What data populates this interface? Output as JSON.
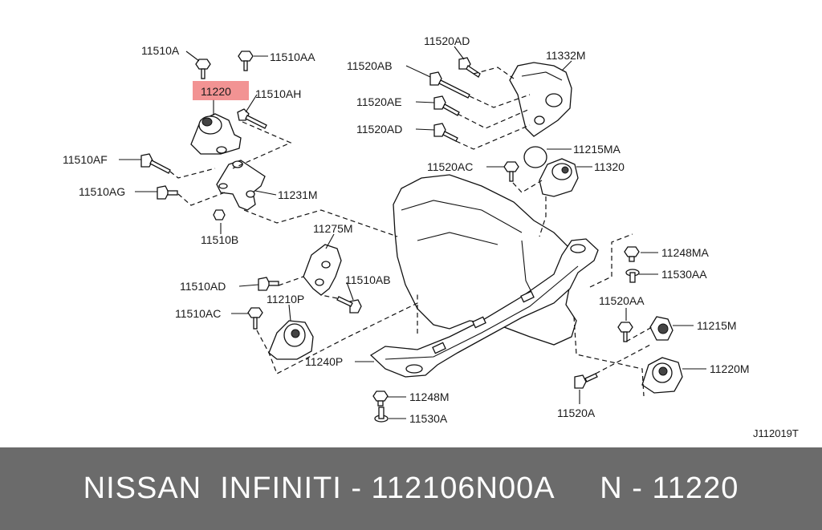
{
  "diagram": {
    "ref_code": "J112019T",
    "highlight_color": "#f08080",
    "labels": {
      "p11510A": "11510A",
      "p11510AA": "11510AA",
      "p11220": "11220",
      "p11510AH": "11510AH",
      "p11510AF": "11510AF",
      "p11510AG": "11510AG",
      "p11231M": "11231M",
      "p11510B": "11510B",
      "p11520AD_top": "11520AD",
      "p11520AB": "11520AB",
      "p11332M": "11332M",
      "p11520AE": "11520AE",
      "p11520AD": "11520AD",
      "p11215MA": "11215MA",
      "p11520AC": "11520AC",
      "p11320": "11320",
      "p11275M": "11275M",
      "p11510AD": "11510AD",
      "p11510AB": "11510AB",
      "p11510AC": "11510AC",
      "p11210P": "11210P",
      "p11240P": "11240P",
      "p11248MA": "11248MA",
      "p11530AA": "11530AA",
      "p11520AA": "11520AA",
      "p11215M": "11215M",
      "p11220M": "11220M",
      "p11248M": "11248M",
      "p11530A": "11530A",
      "p11520A": "11520A"
    }
  },
  "footer": {
    "text": "NISSAN  INFINITI - 112106N00A     N - 11220"
  }
}
